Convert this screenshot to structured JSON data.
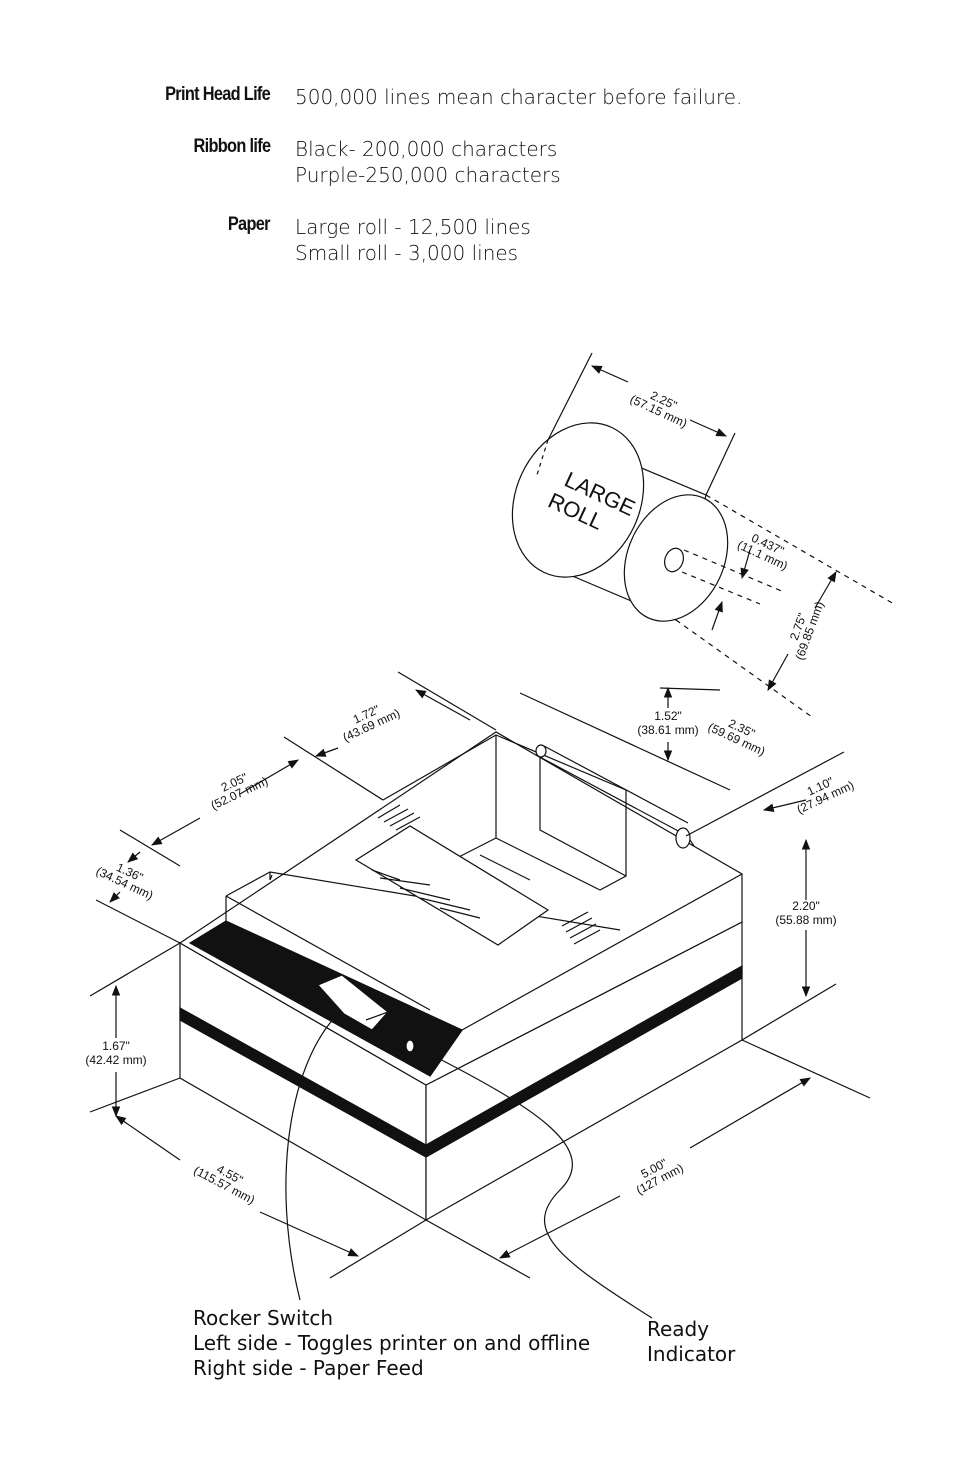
{
  "specs": [
    {
      "label": "Print Head Life",
      "lines": [
        "500,000 lines mean character before failure."
      ]
    },
    {
      "label": "Ribbon life",
      "lines": [
        "Black- 200,000 characters",
        "Purple-250,000 characters"
      ]
    },
    {
      "label": "Paper",
      "lines": [
        "Large roll - 12,500 lines",
        "Small roll - 3,000 lines"
      ]
    }
  ],
  "roll_label": [
    "LARGE",
    "ROLL"
  ],
  "dimensions": {
    "roll_width": [
      "2.25\"",
      "(57.15 mm)"
    ],
    "core": [
      "0.437\"",
      "(11.1 mm)"
    ],
    "roll_diameter": [
      "2.75\"",
      "(69.85 mm)"
    ],
    "d1": [
      "1.72\"",
      "(43.69 mm)"
    ],
    "d2": [
      "1.52\"",
      "(38.61 mm)"
    ],
    "d3": [
      "2.35\"",
      "(59.69 mm)"
    ],
    "d4": [
      "2.05\"",
      "(52.07 mm)"
    ],
    "d5": [
      "1.10\"",
      "(27.94 mm)"
    ],
    "d6": [
      "1.36\"",
      "(34.54 mm)"
    ],
    "d7": [
      "2.20\"",
      "(55.88 mm)"
    ],
    "d8": [
      "1.67\"",
      "(42.42 mm)"
    ],
    "d9": [
      "4.55\"",
      "(115.57 mm)"
    ],
    "d10": [
      "5.00\"",
      "(127 mm)"
    ]
  },
  "callouts": {
    "rocker": [
      "Rocker Switch",
      "Left side - Toggles printer on and offline",
      "Right side - Paper Feed"
    ],
    "ready": [
      "Ready",
      "Indicator"
    ]
  }
}
